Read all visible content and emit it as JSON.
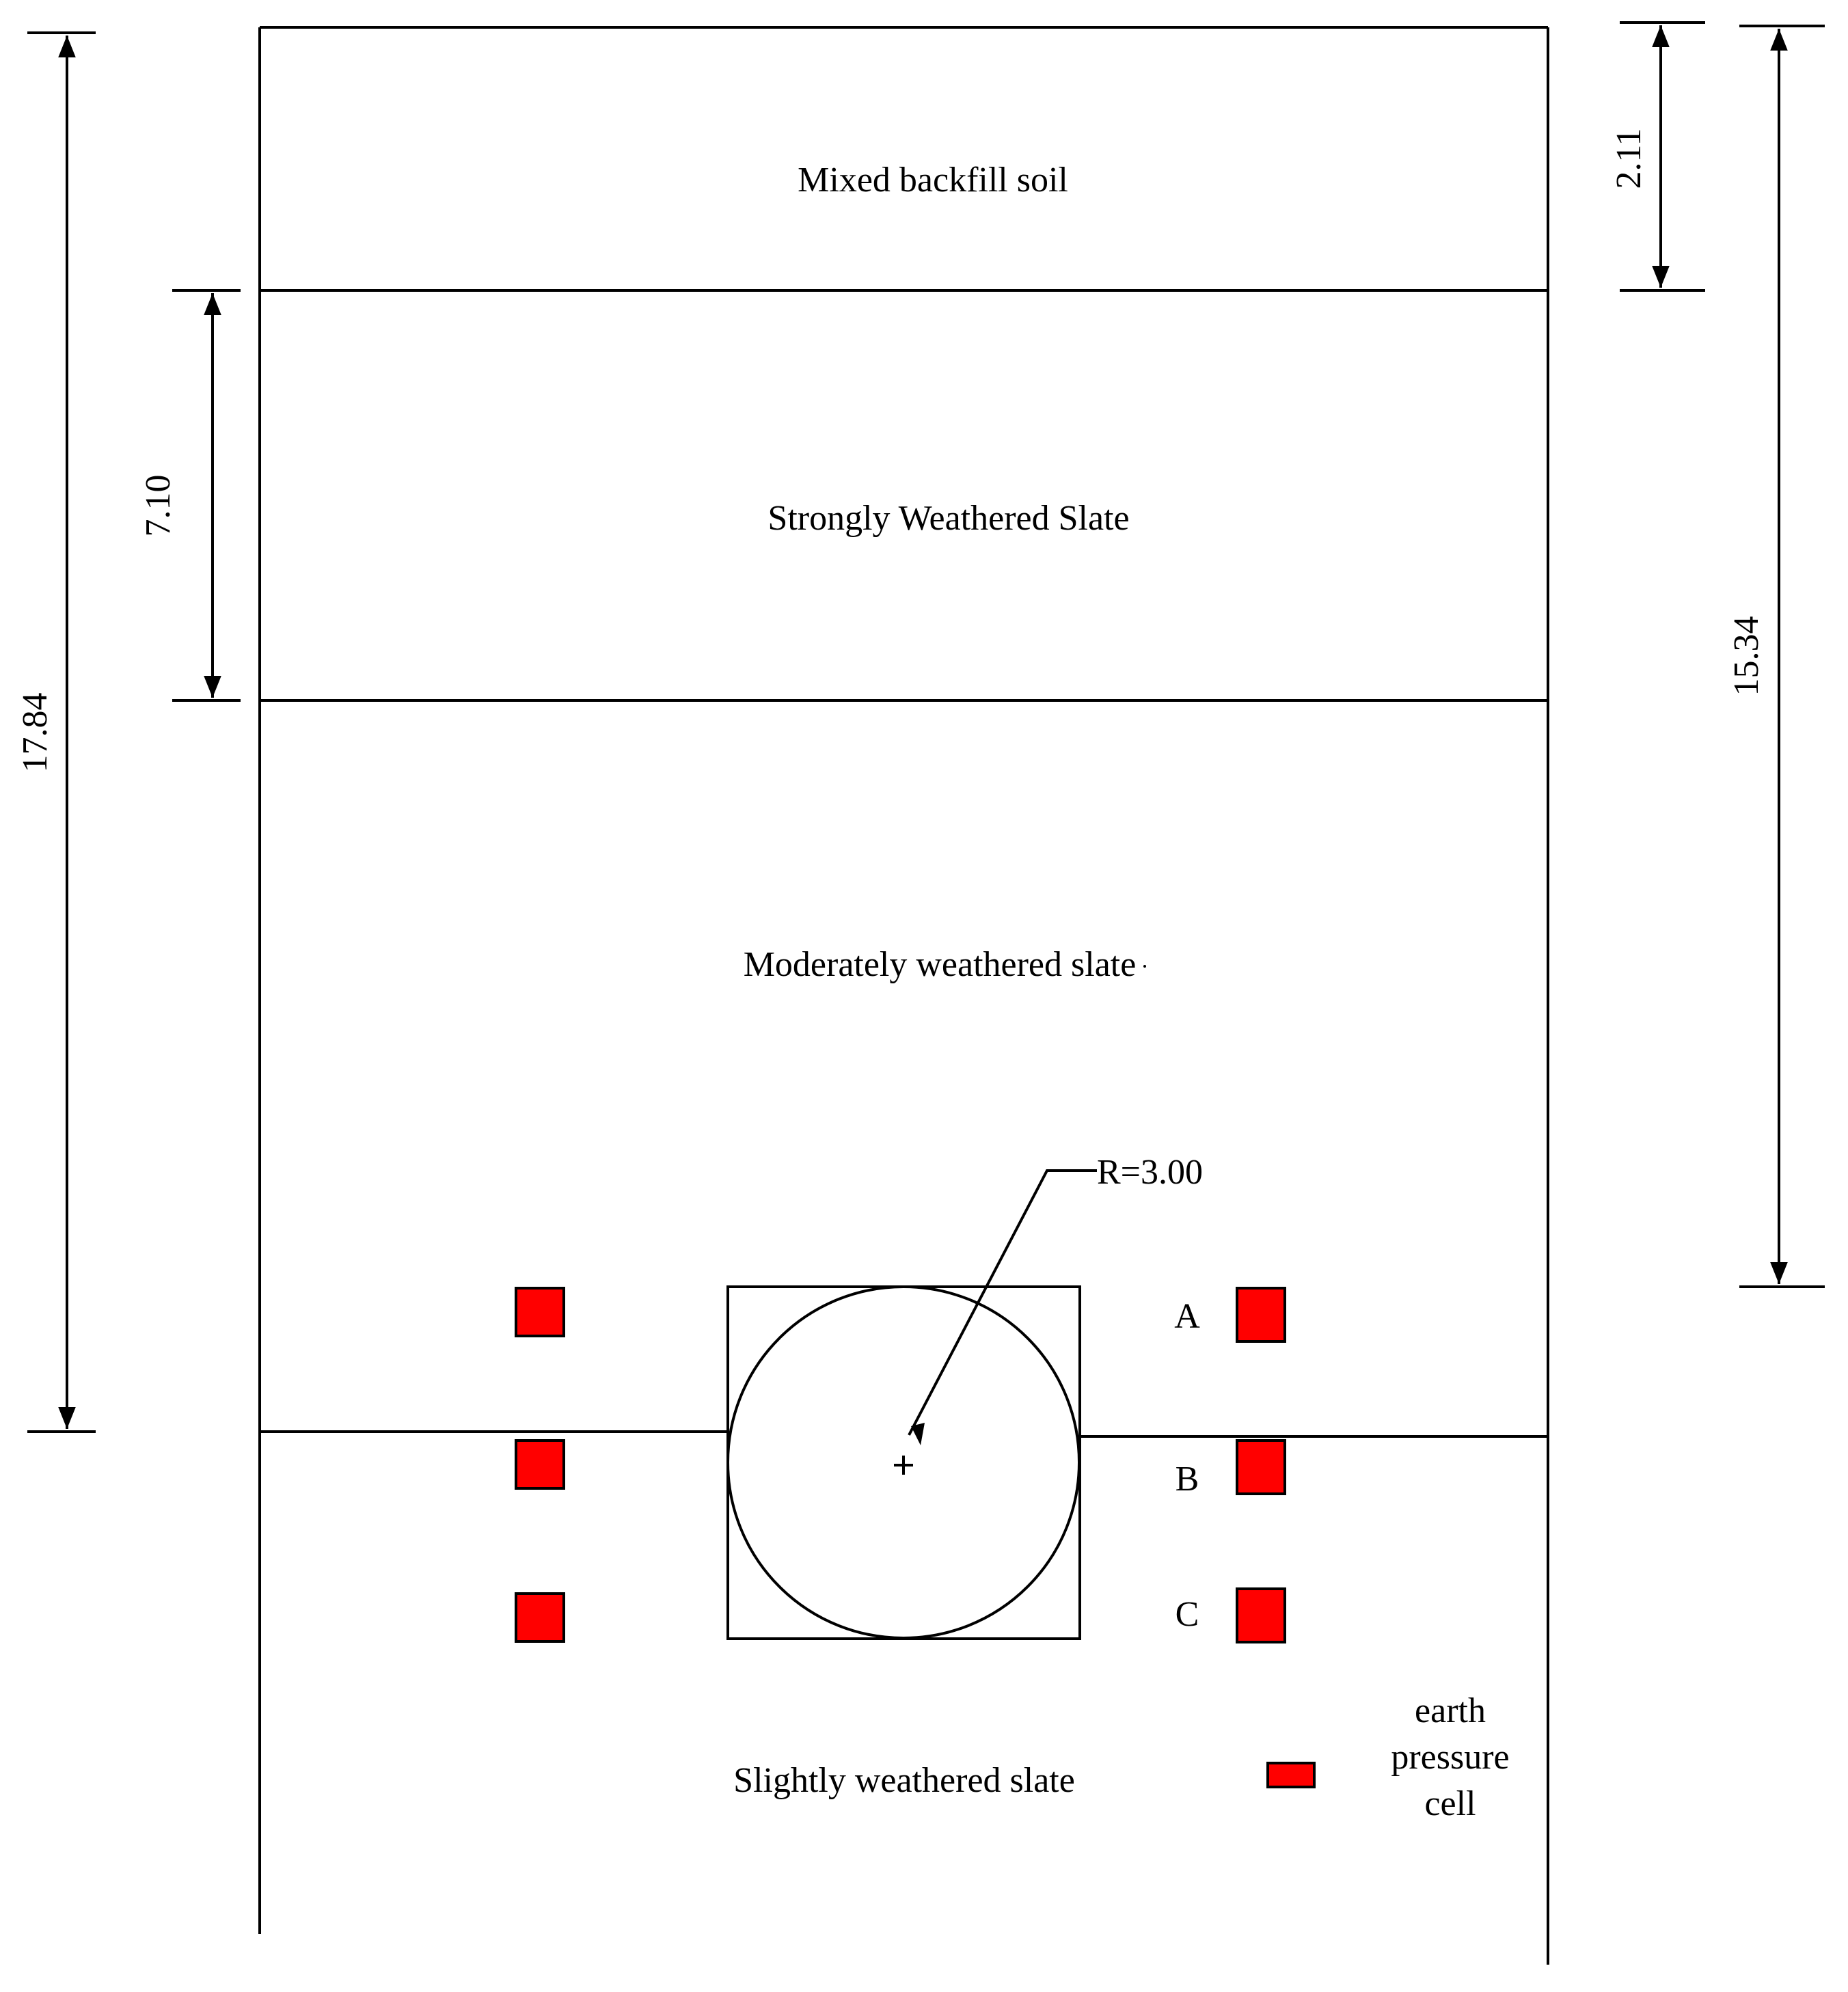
{
  "diagram": {
    "layers": [
      {
        "name": "Mixed backfill soil"
      },
      {
        "name": "Strongly Weathered Slate"
      },
      {
        "name": "Moderately weathered slate"
      },
      {
        "name": "Slightly weathered slate"
      }
    ],
    "dimensions": {
      "total_depth": "17.84",
      "strong_layer_thickness": "7.10",
      "backfill_thickness": "2.11",
      "tunnel_top_depth": "15.34"
    },
    "tunnel": {
      "radius_label": "R=3.00"
    },
    "cell_labels": [
      "A",
      "B",
      "C"
    ],
    "legend": {
      "line1": "earth",
      "line2": "pressure",
      "line3": "cell"
    },
    "colors": {
      "cell_fill": "#ff0000",
      "line": "#000000",
      "background": "#ffffff"
    }
  }
}
